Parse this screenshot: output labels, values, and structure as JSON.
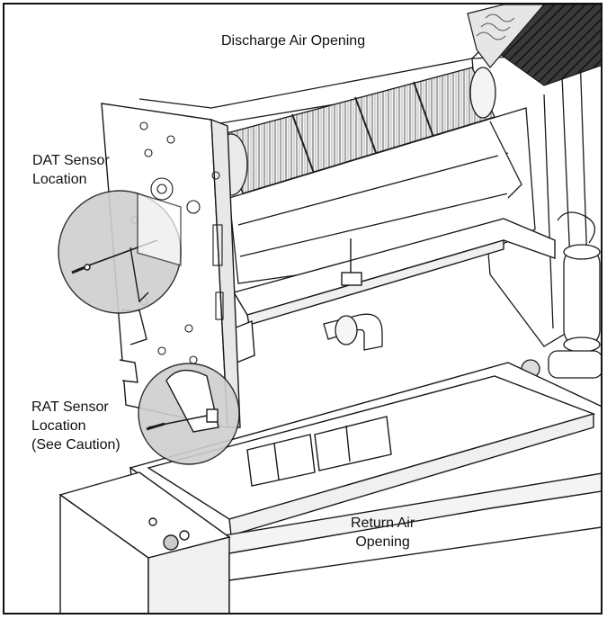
{
  "labels": {
    "discharge": "Discharge Air Opening",
    "dat_line1": "DAT Sensor",
    "dat_line2": "Location",
    "rat_line1": "RAT Sensor",
    "rat_line2": "Location",
    "rat_line3": "(See Caution)",
    "return_line1": "Return Air",
    "return_line2": "Opening"
  },
  "colors": {
    "line": "#1a1a1a",
    "callout_fill": "#cfcfcf",
    "coil_dark": "#2b2b2b",
    "frame": "#111111"
  }
}
